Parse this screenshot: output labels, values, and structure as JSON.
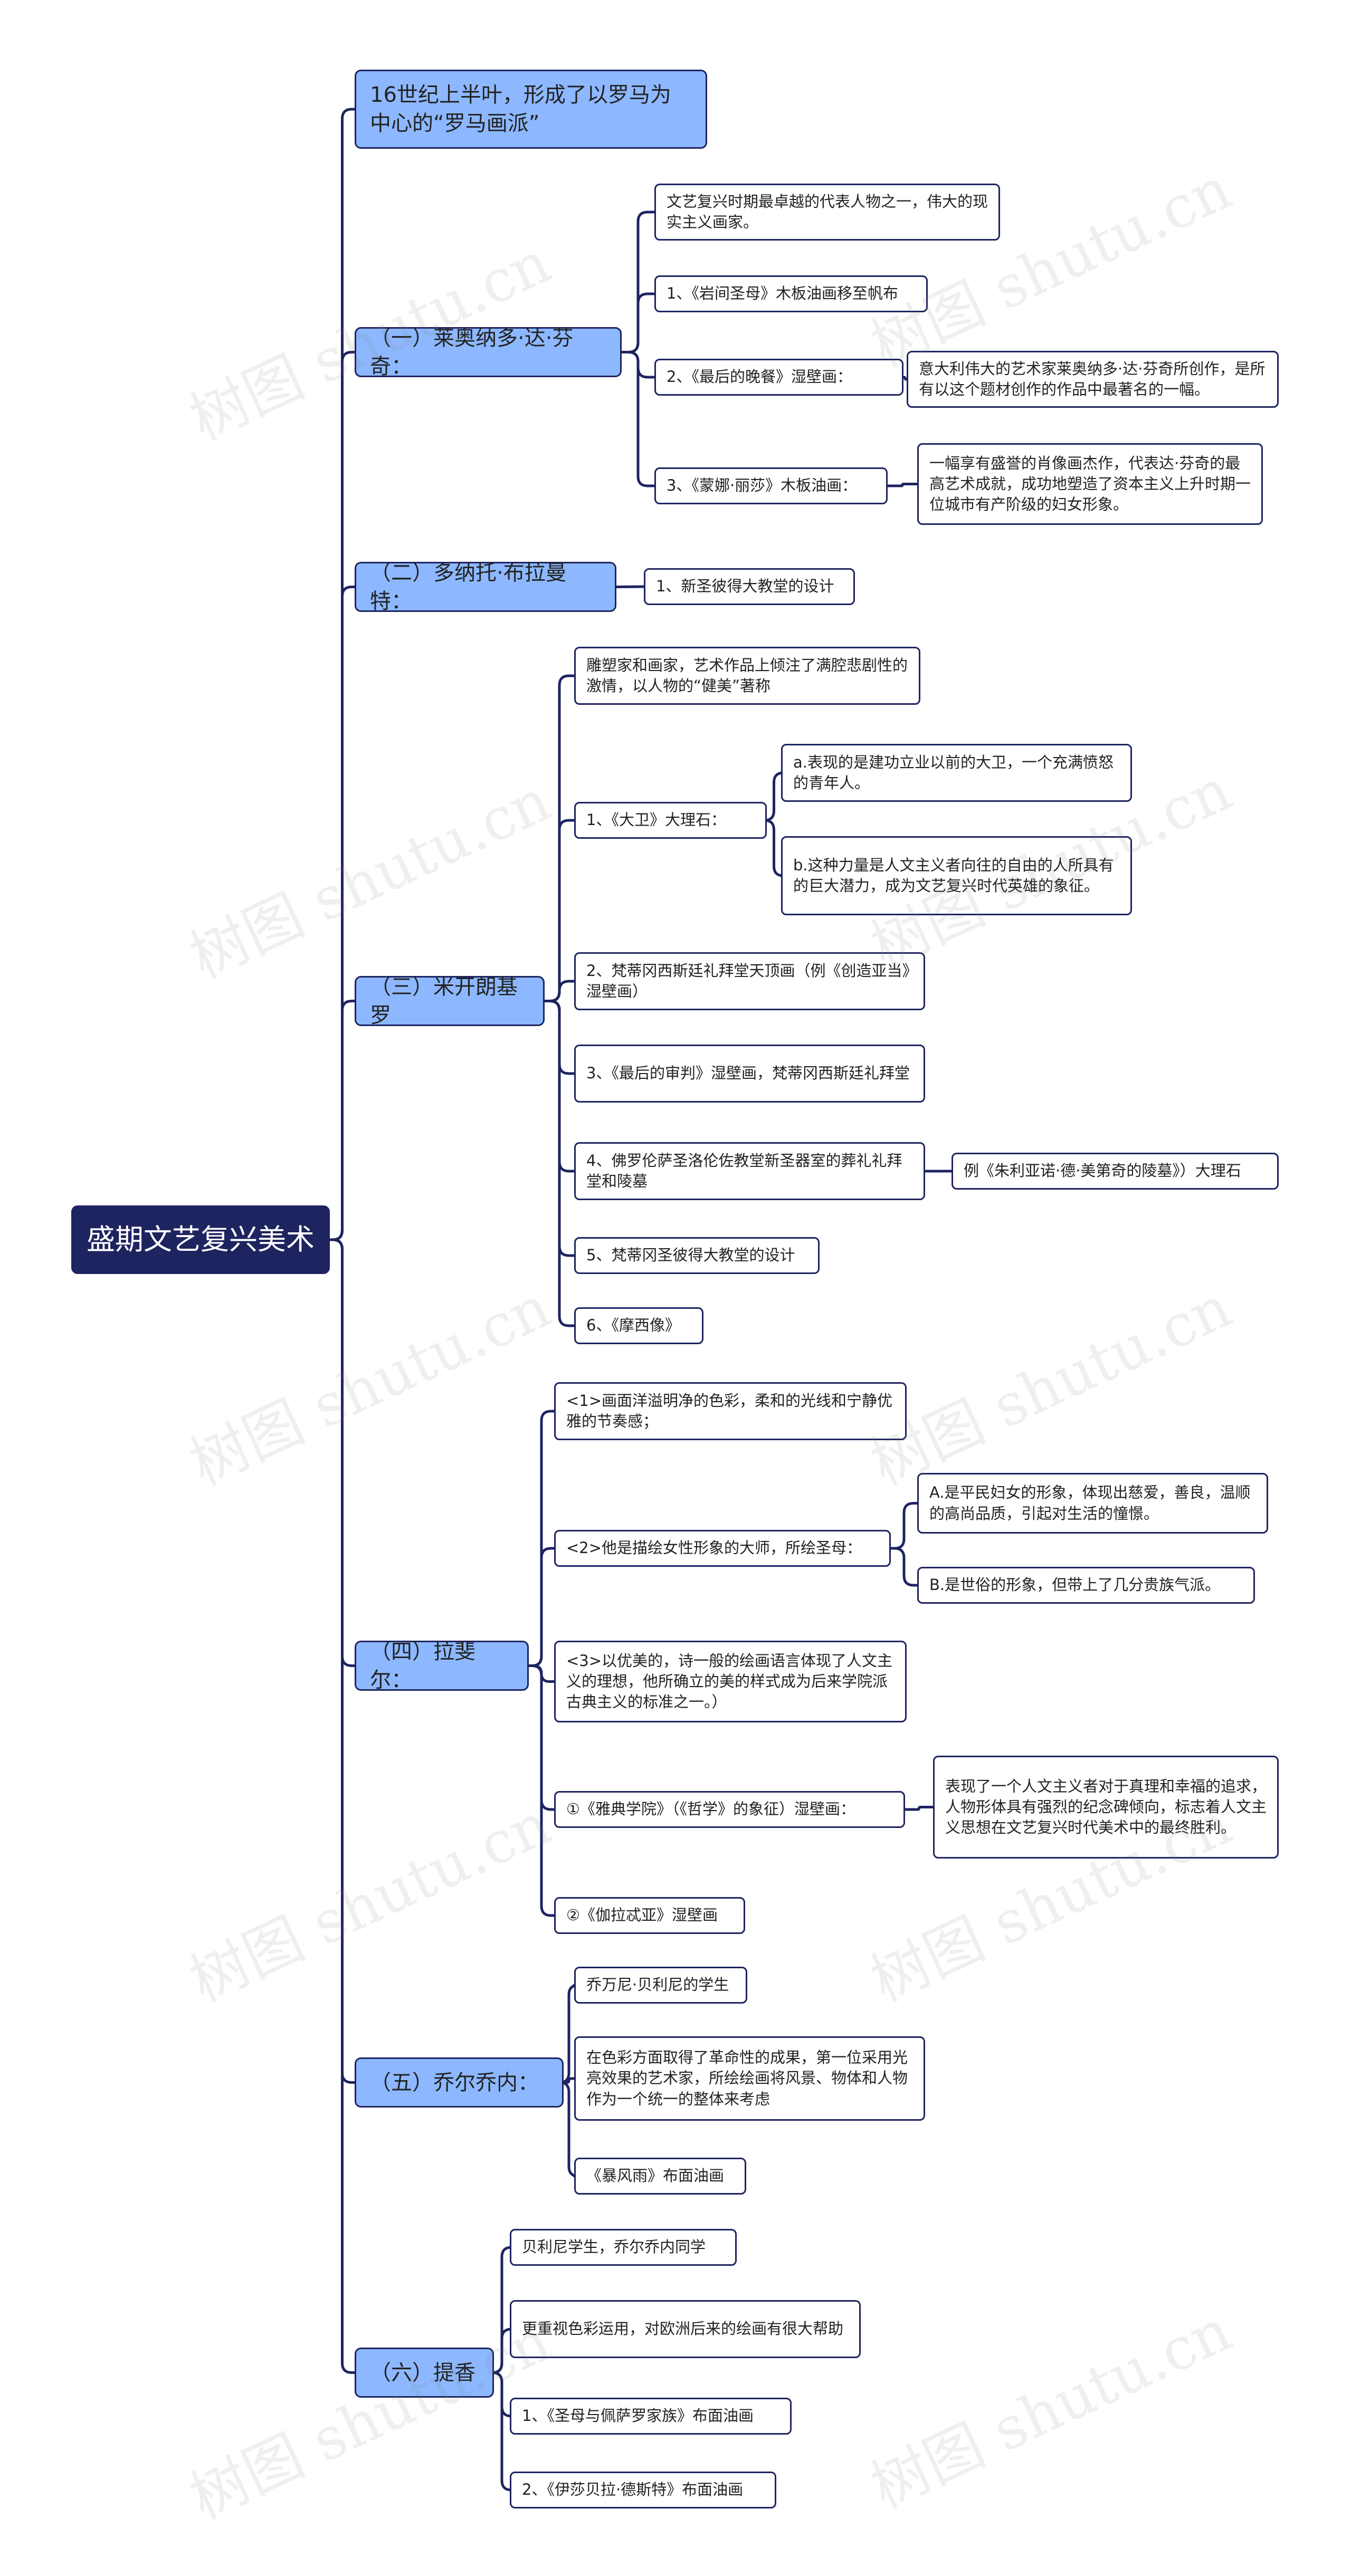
{
  "root": "盛期文艺复兴美术",
  "b0": "16世纪上半叶，形成了以罗马为中心的“罗马画派”",
  "b1": "（一）莱奥纳多·达·芬奇：",
  "b1_1": "文艺复兴时期最卓越的代表人物之一，伟大的现实主义画家。",
  "b1_2": "1、《岩间圣母》木板油画移至帆布",
  "b1_3": "2、《最后的晚餐》湿壁画：",
  "b1_3a": "意大利伟大的艺术家莱奥纳多·达·芬奇所创作，是所有以这个题材创作的作品中最著名的一幅。",
  "b1_4": "3、《蒙娜·丽莎》木板油画：",
  "b1_4a": "一幅享有盛誉的肖像画杰作，代表达·芬奇的最高艺术成就，成功地塑造了资本主义上升时期一位城市有产阶级的妇女形象。",
  "b2": "（二）多纳托·布拉曼特：",
  "b2_1": "1、新圣彼得大教堂的设计",
  "b3": "（三）米开朗基罗",
  "b3_1": "雕塑家和画家，艺术作品上倾注了满腔悲剧性的激情，以人物的“健美”著称",
  "b3_2": "1、《大卫》大理石：",
  "b3_2a": "a.表现的是建功立业以前的大卫，一个充满愤怒的青年人。",
  "b3_2b": "b.这种力量是人文主义者向往的自由的人所具有的巨大潜力，成为文艺复兴时代英雄的象征。",
  "b3_3": "2、梵蒂冈西斯廷礼拜堂天顶画（例《创造亚当》湿壁画）",
  "b3_4": "3、《最后的审判》湿壁画，梵蒂冈西斯廷礼拜堂",
  "b3_5": "4、佛罗伦萨圣洛伦佐教堂新圣器室的葬礼礼拜堂和陵墓",
  "b3_5a": "例《朱利亚诺·德·美第奇的陵墓》）大理石",
  "b3_6": "5、梵蒂冈圣彼得大教堂的设计",
  "b3_7": "6、《摩西像》",
  "b4": "（四）拉斐尔：",
  "b4_1": "<1>画面洋溢明净的色彩，柔和的光线和宁静优雅的节奏感；",
  "b4_2": "<2>他是描绘女性形象的大师，所绘圣母：",
  "b4_2a": "A.是平民妇女的形象，体现出慈爱，善良，温顺的高尚品质，引起对生活的憧憬。",
  "b4_2b": "B.是世俗的形象，但带上了几分贵族气派。",
  "b4_3": "<3>以优美的，诗一般的绘画语言体现了人文主义的理想，他所确立的美的样式成为后来学院派古典主义的标准之一。）",
  "b4_4": "①《雅典学院》（《哲学》的象征）湿壁画：",
  "b4_4a": "表现了一个人文主义者对于真理和幸福的追求，人物形体具有强烈的纪念碑倾向，标志着人文主义思想在文艺复兴时代美术中的最终胜利。",
  "b4_5": "②《伽拉忒亚》湿壁画",
  "b5": "（五）乔尔乔内：",
  "b5_1": "乔万尼·贝利尼的学生",
  "b5_2": "在色彩方面取得了革命性的成果，第一位采用光亮效果的艺术家，所绘绘画将风景、物体和人物作为一个统一的整体来考虑",
  "b5_3": "《暴风雨》布面油画",
  "b6": "（六）提香",
  "b6_1": "贝利尼学生，乔尔乔内同学",
  "b6_2": "更重视色彩运用，对欧洲后来的绘画有很大帮助",
  "b6_3": "1、《圣母与佩萨罗家族》布面油画",
  "b6_4": "2、《伊莎贝拉·德斯特》布面油画",
  "watermark": "树图 shutu.cn",
  "colors": {
    "root_bg": "#1e2460",
    "l1_bg": "#8db8ff",
    "line": "#1e2460"
  }
}
